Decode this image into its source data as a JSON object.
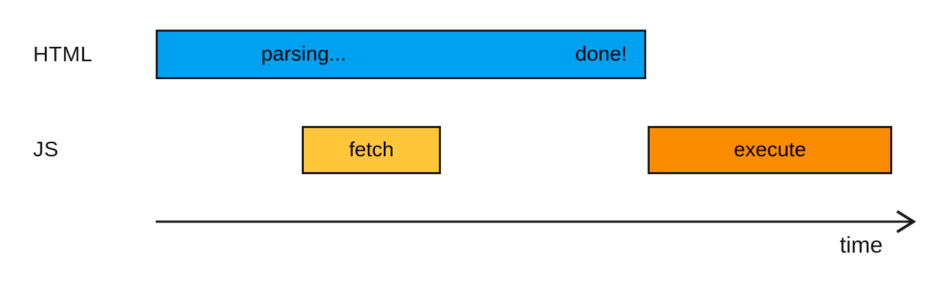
{
  "diagram": {
    "title_semantic": "html-parsing-vs-js-timeline",
    "rows": [
      {
        "id": "html",
        "label": "HTML",
        "bars": [
          {
            "id": "parsing",
            "label_left": "parsing...",
            "label_right": "done!",
            "color": "#00A1F1"
          }
        ]
      },
      {
        "id": "js",
        "label": "JS",
        "bars": [
          {
            "id": "fetch",
            "label": "fetch",
            "color": "#FFC639"
          },
          {
            "id": "execute",
            "label": "execute",
            "color": "#FB8C00"
          }
        ]
      }
    ],
    "axis": {
      "label": "time",
      "direction": "right"
    }
  },
  "colors": {
    "parsing_bar": "#00A1F1",
    "fetch_bar": "#FFC639",
    "execute_bar": "#FB8C00",
    "border": "#1a1a1a",
    "text": "#111111",
    "background": "#ffffff"
  }
}
